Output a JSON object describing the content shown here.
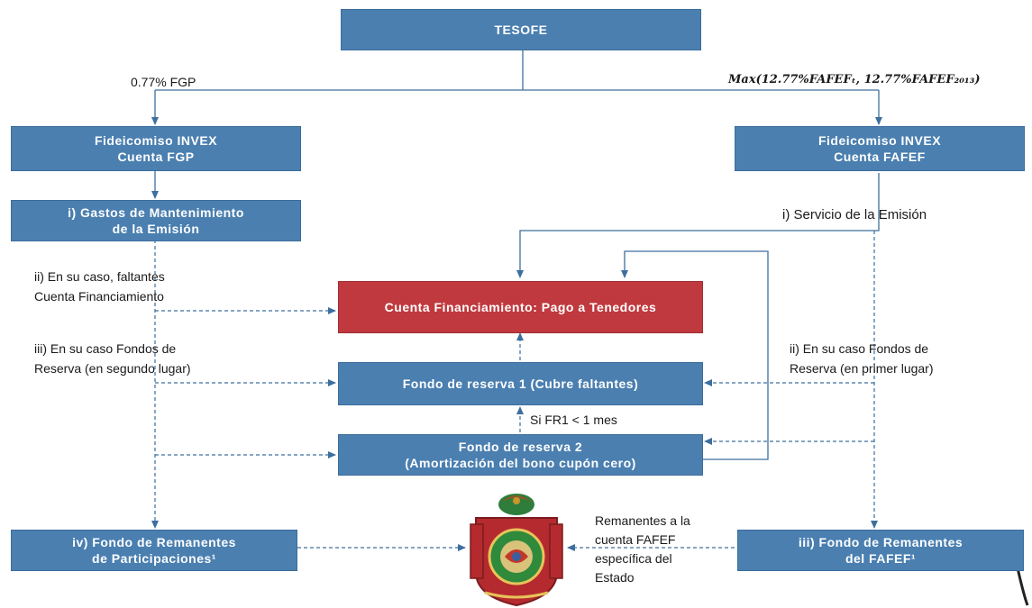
{
  "boxes": {
    "tesofe": "TESOFE",
    "fid_fgp": [
      "Fideicomiso INVEX",
      "Cuenta FGP"
    ],
    "fid_fafef": [
      "Fideicomiso INVEX",
      "Cuenta FAFEF"
    ],
    "gastos": [
      "i) Gastos de Mantenimiento",
      "de la Emisión"
    ],
    "cuenta_fin": "Cuenta Financiamiento: Pago a Tenedores",
    "fondo1": "Fondo de reserva 1 (Cubre faltantes)",
    "fondo2": [
      "Fondo de reserva 2",
      "(Amortización del bono cupón cero)"
    ],
    "rem_part": [
      "iv) Fondo de Remanentes",
      "de Participaciones¹"
    ],
    "rem_fafef": [
      "iii) Fondo de Remanentes",
      "del FAFEF¹"
    ]
  },
  "labels": {
    "fgp_pct": "0.77% FGP",
    "max_formula": "Max(12.77%FAFEFₜ, 12.77%FAFEF₂₀₁₃)",
    "servicio": "i) Servicio de la Emisión",
    "faltantes": [
      "ii) En su caso, faltantes",
      "Cuenta Financiamiento"
    ],
    "fondos_segundo": [
      "iii) En su caso Fondos de",
      "Reserva (en segundo lugar)"
    ],
    "fondos_primero": [
      "ii) En su caso Fondos de",
      "Reserva (en primer lugar)"
    ],
    "fr1": "Si FR1 < 1 mes",
    "remanentes": [
      "Remanentes a la",
      "cuenta FAFEF",
      "específica del",
      "Estado"
    ]
  },
  "colors": {
    "box": "#4a7fb0",
    "red_box": "#c0393e",
    "arrow": "#3d6f9e"
  }
}
